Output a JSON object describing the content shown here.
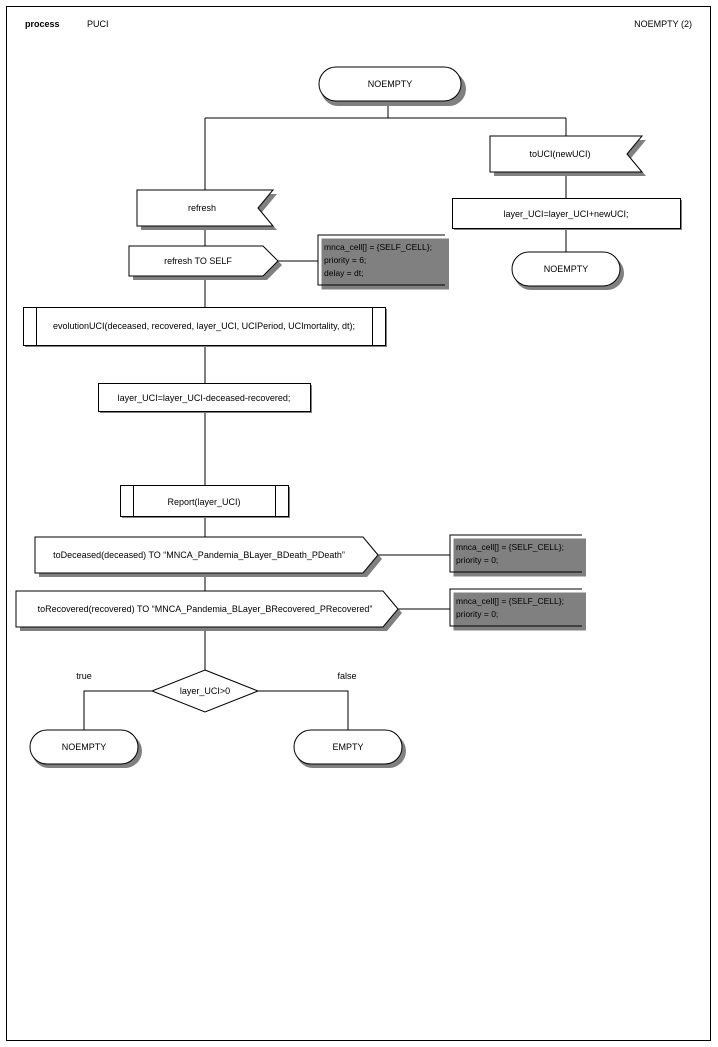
{
  "page": {
    "header": {
      "kind": "process",
      "name": "PUCI",
      "state_ref": "NOEMPTY (2)"
    },
    "frame": {
      "border_color": "#000000",
      "background": "#ffffff"
    },
    "shadow_color": "#808080"
  },
  "diagram": {
    "type": "sdl-process-flowchart",
    "nodes": [
      {
        "id": "state_start",
        "kind": "state",
        "label": "NOEMPTY"
      },
      {
        "id": "input_refresh",
        "kind": "input",
        "label": "refresh"
      },
      {
        "id": "output_refresh",
        "kind": "output",
        "label": "refresh TO SELF"
      },
      {
        "id": "proc_evolution",
        "kind": "procedure-call",
        "label": "evolutionUCI(deceased, recovered, layer_UCI, UCIPeriod, UCImortality, dt);"
      },
      {
        "id": "task_layer",
        "kind": "task",
        "label": "layer_UCI=layer_UCI-deceased-recovered;"
      },
      {
        "id": "proc_report",
        "kind": "procedure-call",
        "label": "Report(layer_UCI)"
      },
      {
        "id": "out_deceased",
        "kind": "output",
        "label": "toDeceased(deceased) TO “MNCA_Pandemia_BLayer_BDeath_PDeath”"
      },
      {
        "id": "out_recovered",
        "kind": "output",
        "label": "toRecovered(recovered) TO “MNCA_Pandemia_BLayer_BRecovered_PRecovered”"
      },
      {
        "id": "decision_layer",
        "kind": "decision",
        "label": "layer_UCI>0"
      },
      {
        "id": "state_noempty_t",
        "kind": "state",
        "label": "NOEMPTY"
      },
      {
        "id": "state_empty_f",
        "kind": "state",
        "label": "EMPTY"
      },
      {
        "id": "input_touci",
        "kind": "input",
        "label": "toUCI(newUCI)"
      },
      {
        "id": "task_touci",
        "kind": "task",
        "label": "layer_UCI=layer_UCI+newUCI;"
      },
      {
        "id": "state_noempty_r",
        "kind": "state",
        "label": "NOEMPTY"
      }
    ],
    "branch_labels": {
      "true": "true",
      "false": "false"
    },
    "comments": [
      {
        "id": "comment_refresh",
        "attached_to": "output_refresh",
        "lines": [
          "mnca_cell[] = {SELF_CELL};",
          "priority = 6;",
          "delay = dt;"
        ]
      },
      {
        "id": "comment_deceased",
        "attached_to": "out_deceased",
        "lines": [
          "mnca_cell[] = {SELF_CELL};",
          "priority = 0;"
        ]
      },
      {
        "id": "comment_recovered",
        "attached_to": "out_recovered",
        "lines": [
          "mnca_cell[] = {SELF_CELL};",
          "priority = 0;"
        ]
      }
    ]
  }
}
